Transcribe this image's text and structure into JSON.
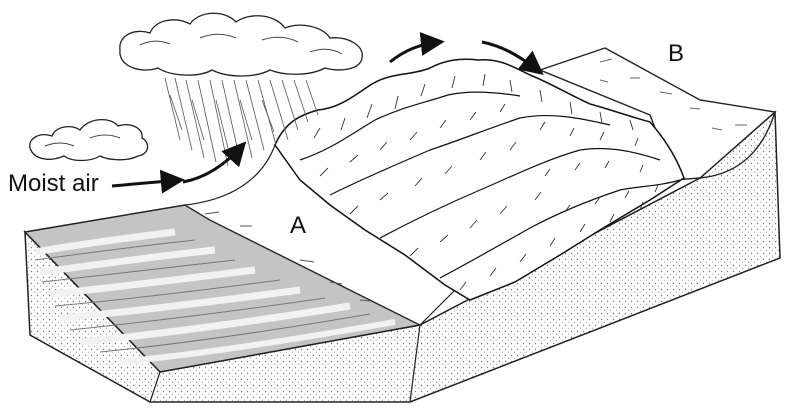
{
  "labels": {
    "moist_air": "Moist air",
    "a": "A",
    "b": "B"
  },
  "colors": {
    "ink": "#111111",
    "ocean": "#bdbdbd",
    "land": "#ffffff",
    "shading": "#d8d8d8"
  }
}
